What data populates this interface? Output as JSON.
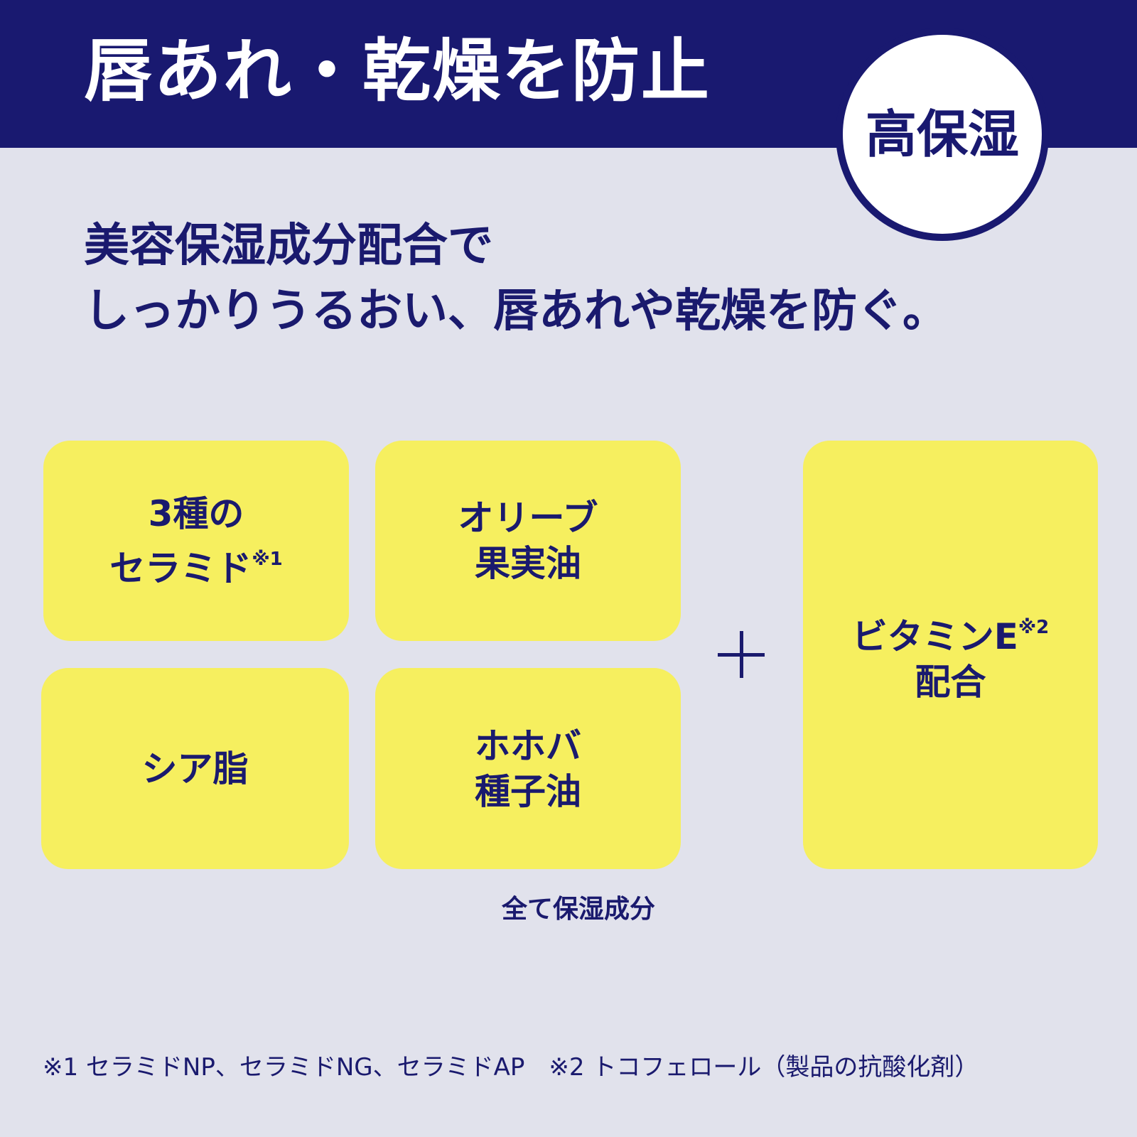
{
  "header": {
    "title": "唇あれ・乾燥を防止",
    "badge": "高保湿"
  },
  "subtitle": {
    "line1": "美容保湿成分配合で",
    "line2": "しっかりうるおい、唇あれや乾燥を防ぐ。"
  },
  "cards": [
    {
      "line1": "3種の",
      "line2": "セラミド",
      "mark": "※1"
    },
    {
      "line1": "オリーブ",
      "line2": "果実油"
    },
    {
      "line1": "シア脂"
    },
    {
      "line1": "ホホバ",
      "line2": "種子油"
    },
    {
      "line1": "ビタミンE",
      "line1_mark": "※2",
      "line2": "配合"
    }
  ],
  "caption": "全て保湿成分",
  "footnote": "※1 セラミドNP、セラミドNG、セラミドAP　※2 トコフェロール（製品の抗酸化剤）",
  "colors": {
    "navy": "#191970",
    "background": "#e1e2ec",
    "card": "#f6ef5f",
    "badge": "#ffffff"
  },
  "icons": [
    "plus-icon"
  ]
}
